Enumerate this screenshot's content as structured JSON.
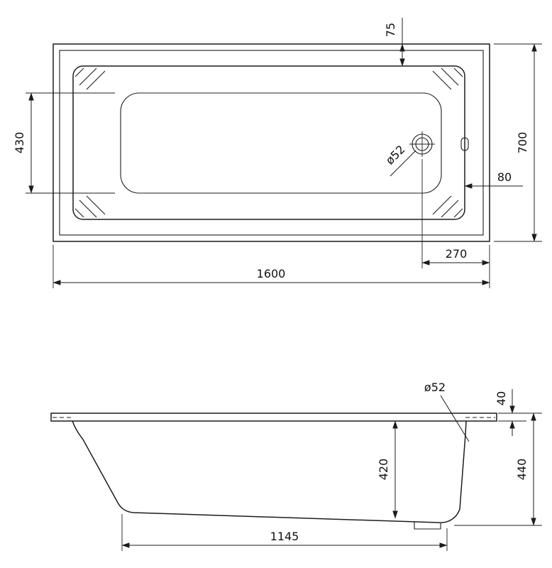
{
  "drawing": {
    "type": "bathtub-dimension-drawing",
    "line_color": "#1c1c1c",
    "background": "#ffffff"
  },
  "top_view": {
    "dim_rim_top": "75",
    "dim_bottom_width": "430",
    "dim_overall_width": "700",
    "dim_rim_right": "80",
    "dim_drain_from_right": "270",
    "dim_overall_length": "1600",
    "dim_drain_diameter": "ø52"
  },
  "side_view": {
    "dim_drain_diameter": "ø52",
    "dim_rim_thickness": "40",
    "dim_overall_height": "440",
    "dim_inner_depth": "420",
    "dim_bottom_length": "1145"
  }
}
